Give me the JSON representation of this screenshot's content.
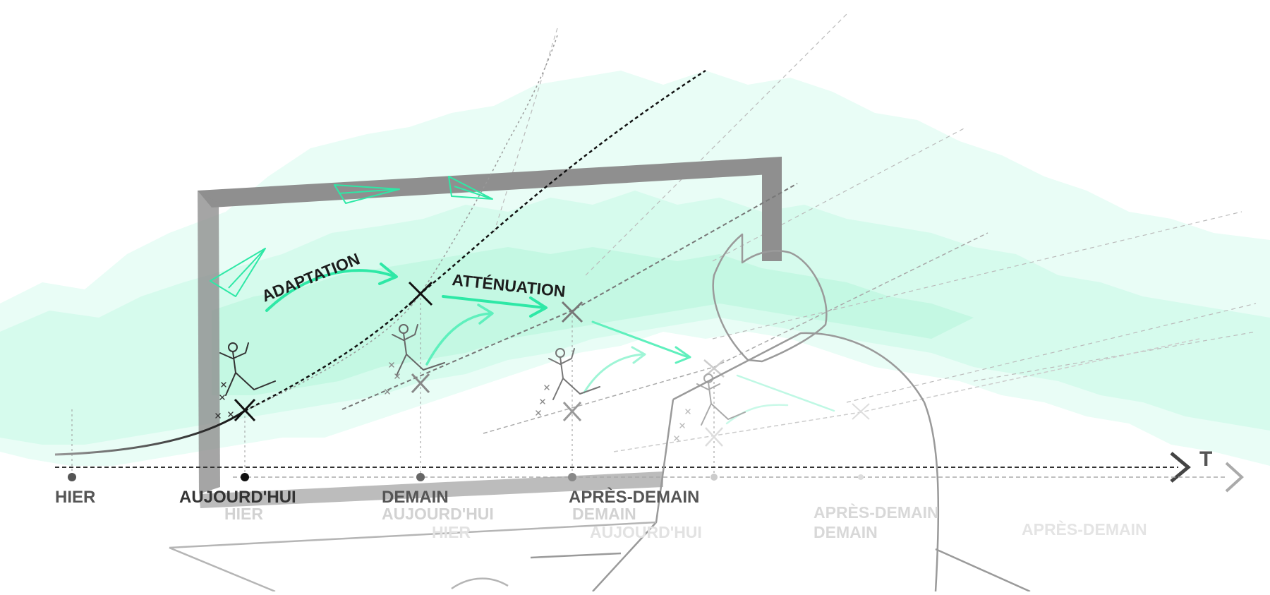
{
  "axis": {
    "symbol": "T"
  },
  "labels": {
    "main": {
      "hier": "HIER",
      "aujourdhui": "AUJOURD'HUI",
      "demain": "DEMAIN",
      "apres_demain": "APRÈS-DEMAIN"
    },
    "row2": {
      "hier": "HIER",
      "aujourdhui": "AUJOURD'HUI",
      "demain": "DEMAIN"
    },
    "row3": {
      "hier": "HIER",
      "aujourdhui": "AUJOURD'HUI",
      "apres_demain": "APRÈS-DEMAIN",
      "demain": "DEMAIN"
    },
    "far": {
      "apres_demain": "APRÈS-DEMAIN"
    }
  },
  "arrows": {
    "adaptation": "ADAPTATION",
    "attenuation": "ATTÉNUATION"
  },
  "colors": {
    "mint": "#2ee8a6",
    "mint_light": "#7ff5cf",
    "frame": "#8f8f8f",
    "ink": "#222222",
    "gray_text": "#555555",
    "faded_text": "#c8c8c8"
  }
}
